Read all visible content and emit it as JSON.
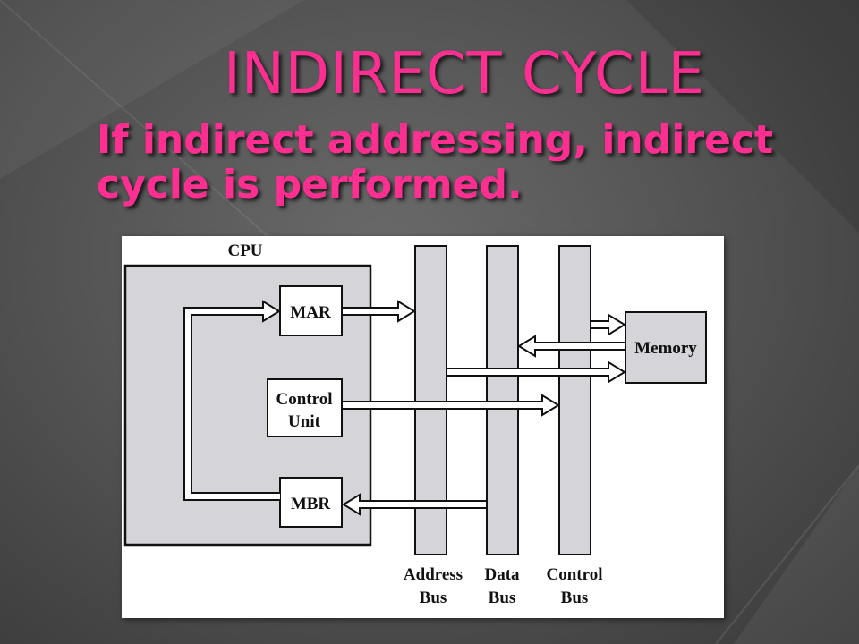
{
  "slide": {
    "title": "INDIRECT CYCLE",
    "subtitle": "If indirect addressing, indirect cycle is performed."
  },
  "diagram": {
    "cpu_label": "CPU",
    "mar_label": "MAR",
    "control_unit_line1": "Control",
    "control_unit_line2": "Unit",
    "mbr_label": "MBR",
    "memory_label": "Memory",
    "address_bus_line1": "Address",
    "address_bus_line2": "Bus",
    "data_bus_line1": "Data",
    "data_bus_line2": "Bus",
    "control_bus_line1": "Control",
    "control_bus_line2": "Bus"
  },
  "colors": {
    "title": "#ff2f92",
    "cpu_fill": "#d5d5d9",
    "bus_fill": "#d5d5d9",
    "background": "#555555"
  }
}
